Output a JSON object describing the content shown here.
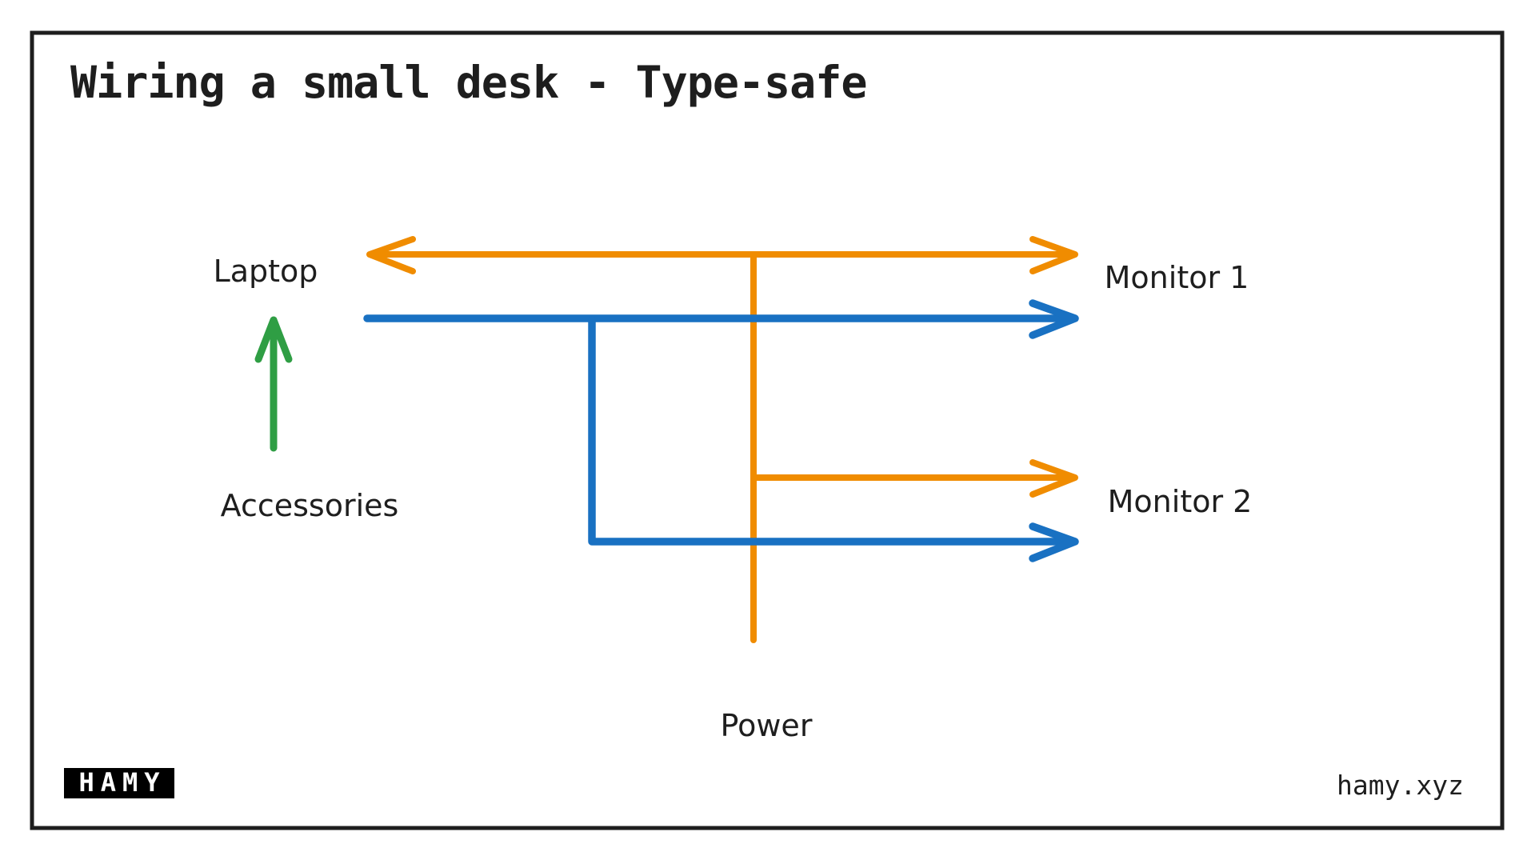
{
  "title": "Wiring a small desk - Type-safe",
  "labels": {
    "laptop": "Laptop",
    "accessories": "Accessories",
    "power": "Power",
    "monitor1": "Monitor 1",
    "monitor2": "Monitor 2"
  },
  "footer": {
    "logo": "HAMY",
    "site": "hamy.xyz"
  },
  "colors": {
    "ink": "#1e1e1e",
    "orange": "#f08c00",
    "blue": "#1971c2",
    "green": "#2f9e44",
    "logo_bg": "#000000",
    "logo_fg": "#ffffff"
  },
  "wires": [
    {
      "color": "orange",
      "from": "Power",
      "to": "Laptop and Monitor 1",
      "style": "double-arrow horizontal with drop from Power"
    },
    {
      "color": "orange",
      "from": "Power",
      "to": "Monitor 2",
      "style": "arrow right"
    },
    {
      "color": "blue",
      "from": "Laptop",
      "to": "Monitor 1",
      "style": "arrow right"
    },
    {
      "color": "blue",
      "from": "Laptop",
      "to": "Monitor 2",
      "style": "arrow right via drop"
    },
    {
      "color": "green",
      "from": "Accessories",
      "to": "Laptop",
      "style": "arrow up"
    }
  ]
}
